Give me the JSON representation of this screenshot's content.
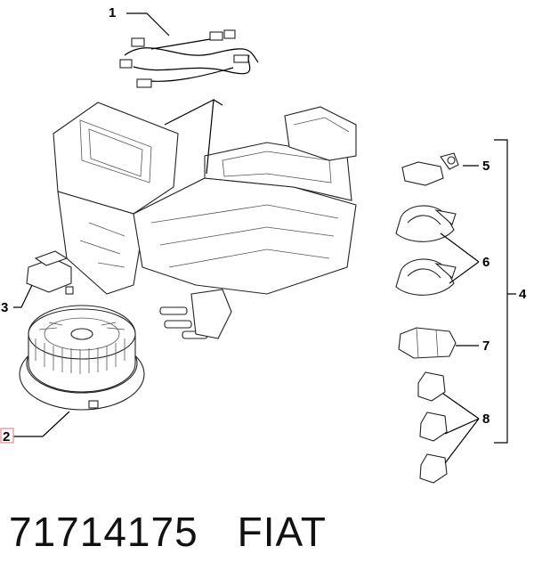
{
  "callouts": {
    "c1": "1",
    "c2": "2",
    "c3": "3",
    "c4": "4",
    "c5": "5",
    "c6": "6",
    "c7": "7",
    "c8": "8"
  },
  "footer": {
    "part_number": "71714175",
    "brand": "FIAT"
  },
  "colors": {
    "highlight": "#e88a8a"
  }
}
